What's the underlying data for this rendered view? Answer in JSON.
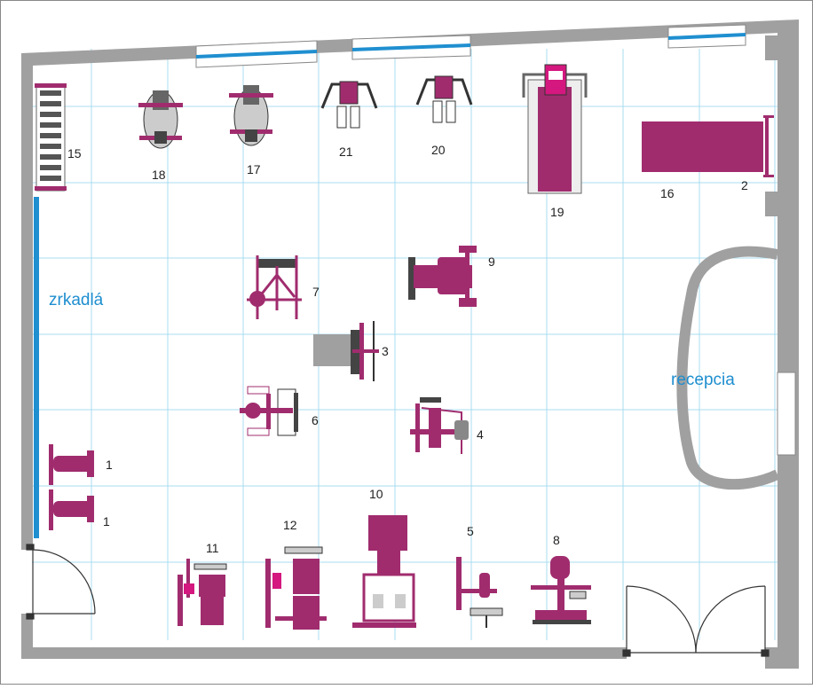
{
  "floor_plan": {
    "labels": {
      "mirrors": "zrkadlá",
      "reception": "recepcia"
    },
    "machine_numbers": {
      "n1a": "1",
      "n1b": "1",
      "n2": "2",
      "n3": "3",
      "n4": "4",
      "n5": "5",
      "n6": "6",
      "n7": "7",
      "n8": "8",
      "n9": "9",
      "n10": "10",
      "n11": "11",
      "n12": "12",
      "n15": "15",
      "n16": "16",
      "n17": "17",
      "n18": "18",
      "n19": "19",
      "n20": "20",
      "n21": "21"
    },
    "colors": {
      "machine": "#a02c6e",
      "machine_dark": "#7a1e54",
      "accent_pink": "#d4187f",
      "wall": "#a0a0a0",
      "grid": "#a8dcf0",
      "window_blue": "#1f8fd0",
      "label_blue": "#1e8ecf"
    }
  }
}
